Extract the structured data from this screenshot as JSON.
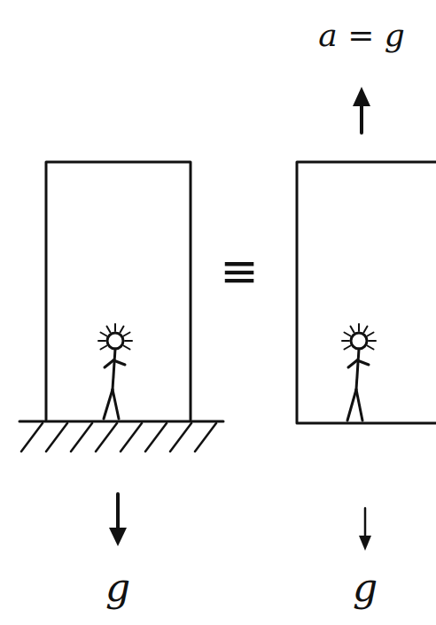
{
  "diagram": {
    "labels": [
      "a = g",
      "≡",
      "g",
      "g"
    ]
  }
}
